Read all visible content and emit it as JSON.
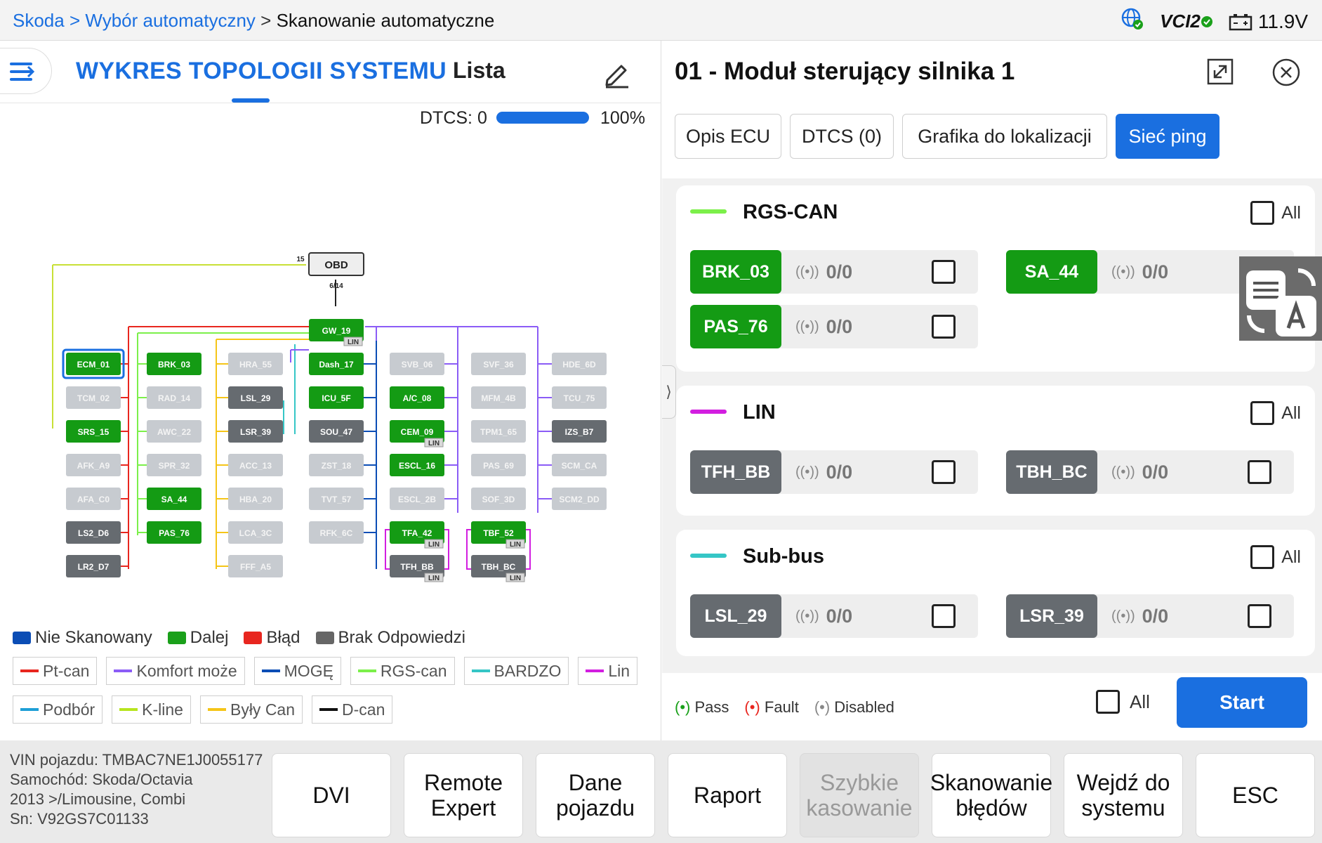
{
  "breadcrumb": {
    "items": [
      "Skoda",
      "Wybór automatyczny",
      "Skanowanie automatyczne"
    ],
    "sep": ">"
  },
  "status": {
    "vci": "VCI2",
    "voltage": "11.9V"
  },
  "left": {
    "topology_tab": "WYKRES TOPOLOGII SYSTEMU",
    "list_tab": "Lista",
    "dtcs_label": "DTCS: 0",
    "progress": "100%",
    "progress_value": 1.0,
    "obd": {
      "label": "OBD",
      "pin_top": "15",
      "pin_bottom": "6/14"
    },
    "gateway": "GW_19",
    "lin_tag": "LIN",
    "columns": [
      {
        "nodes": [
          [
            "ECM_01",
            "green"
          ],
          [
            "TCM_02",
            "gray"
          ],
          [
            "SRS_15",
            "green"
          ],
          [
            "AFK_A9",
            "gray"
          ],
          [
            "AFA_C0",
            "gray"
          ],
          [
            "LS2_D6",
            "dark"
          ],
          [
            "LR2_D7",
            "dark"
          ]
        ]
      },
      {
        "nodes": [
          [
            "BRK_03",
            "green"
          ],
          [
            "RAD_14",
            "gray"
          ],
          [
            "AWC_22",
            "gray"
          ],
          [
            "SPR_32",
            "gray"
          ],
          [
            "SA_44",
            "green"
          ],
          [
            "PAS_76",
            "green"
          ]
        ]
      },
      {
        "nodes": [
          [
            "HRA_55",
            "gray"
          ],
          [
            "LSL_29",
            "dark"
          ],
          [
            "LSR_39",
            "dark"
          ],
          [
            "ACC_13",
            "gray"
          ],
          [
            "HBA_20",
            "gray"
          ],
          [
            "LCA_3C",
            "gray"
          ],
          [
            "FFF_A5",
            "gray"
          ]
        ]
      },
      {
        "nodes": [
          [
            "Dash_17",
            "green"
          ],
          [
            "ICU_5F",
            "green"
          ],
          [
            "SOU_47",
            "dark"
          ],
          [
            "ZST_18",
            "gray"
          ],
          [
            "TVT_57",
            "gray"
          ],
          [
            "RFK_6C",
            "gray"
          ]
        ]
      },
      {
        "nodes": [
          [
            "SVB_06",
            "gray"
          ],
          [
            "A/C_08",
            "green"
          ],
          [
            "CEM_09",
            "green"
          ],
          [
            "ESCL_16",
            "green"
          ],
          [
            "ESCL_2B",
            "gray"
          ],
          [
            "TFA_42",
            "green"
          ],
          [
            "TFH_BB",
            "dark"
          ]
        ]
      },
      {
        "nodes": [
          [
            "SVF_36",
            "gray"
          ],
          [
            "MFM_4B",
            "gray"
          ],
          [
            "TPM1_65",
            "gray"
          ],
          [
            "PAS_69",
            "gray"
          ],
          [
            "SOF_3D",
            "gray"
          ],
          [
            "TBF_52",
            "green"
          ],
          [
            "TBH_BC",
            "dark"
          ]
        ]
      },
      {
        "nodes": [
          [
            "HDE_6D",
            "gray"
          ],
          [
            "TCU_75",
            "gray"
          ],
          [
            "IZS_B7",
            "dark"
          ],
          [
            "SCM_CA",
            "gray"
          ],
          [
            "SCM2_DD",
            "gray"
          ]
        ]
      }
    ],
    "status_legend": [
      [
        "Nie Skanowany",
        "#0b4db5"
      ],
      [
        "Dalej",
        "#1aa01a"
      ],
      [
        "Błąd",
        "#e8261f"
      ],
      [
        "Brak Odpowiedzi",
        "#666666"
      ]
    ],
    "bus_legend_row1": [
      [
        "Pt-can",
        "#e8261f"
      ],
      [
        "Komfort może",
        "#8b5cf6"
      ],
      [
        "MOGĘ",
        "#0b4db5"
      ],
      [
        "RGS-can",
        "#7cf04a"
      ],
      [
        "BARDZO",
        "#35c6c6"
      ],
      [
        "Lin",
        "#d21ee0"
      ]
    ],
    "bus_legend_row2": [
      [
        "Podbór",
        "#1e9fd6"
      ],
      [
        "K-line",
        "#b7e51e"
      ],
      [
        "Były Can",
        "#f5c518"
      ],
      [
        "D-can",
        "#111111"
      ]
    ]
  },
  "right": {
    "title": "01 - Moduł sterujący silnika 1",
    "tabs": [
      "Opis ECU",
      "DTCS (0)",
      "Grafika do lokalizacji",
      "Sieć ping"
    ],
    "all_label": "All",
    "groups": [
      {
        "name": "RGS-CAN",
        "color": "#7cf04a",
        "modules": [
          [
            "BRK_03",
            "green",
            "0/0"
          ],
          [
            "SA_44",
            "green",
            "0/0"
          ],
          [
            "PAS_76",
            "green",
            "0/0"
          ]
        ]
      },
      {
        "name": "LIN",
        "color": "#d21ee0",
        "modules": [
          [
            "TFH_BB",
            "dark",
            "0/0"
          ],
          [
            "TBH_BC",
            "dark",
            "0/0"
          ]
        ]
      },
      {
        "name": "Sub-bus",
        "color": "#35c6c6",
        "modules": [
          [
            "LSL_29",
            "dark",
            "0/0"
          ],
          [
            "LSR_39",
            "dark",
            "0/0"
          ]
        ]
      }
    ],
    "legend": {
      "pass": "Pass",
      "fault": "Fault",
      "disabled": "Disabled"
    },
    "start": "Start"
  },
  "vehicle": {
    "vin": "VIN pojazdu: TMBAC7NE1J0055177",
    "car_line1": "Samochód: Skoda/Octavia",
    "car_line2": "2013 >/Limousine, Combi",
    "sn": "Sn: V92GS7C01133"
  },
  "bottom_buttons": [
    "DVI",
    "Remote\nExpert",
    "Dane\npojazdu",
    "Raport",
    "Szybkie\nkasowanie",
    "Skanowanie\nbłędów",
    "Wejdź do\nsystemu",
    "ESC"
  ],
  "colors": {
    "accent": "#1a6fe0",
    "green": "#149b14",
    "dark": "#666b70",
    "gray": "#c7cbd0"
  }
}
